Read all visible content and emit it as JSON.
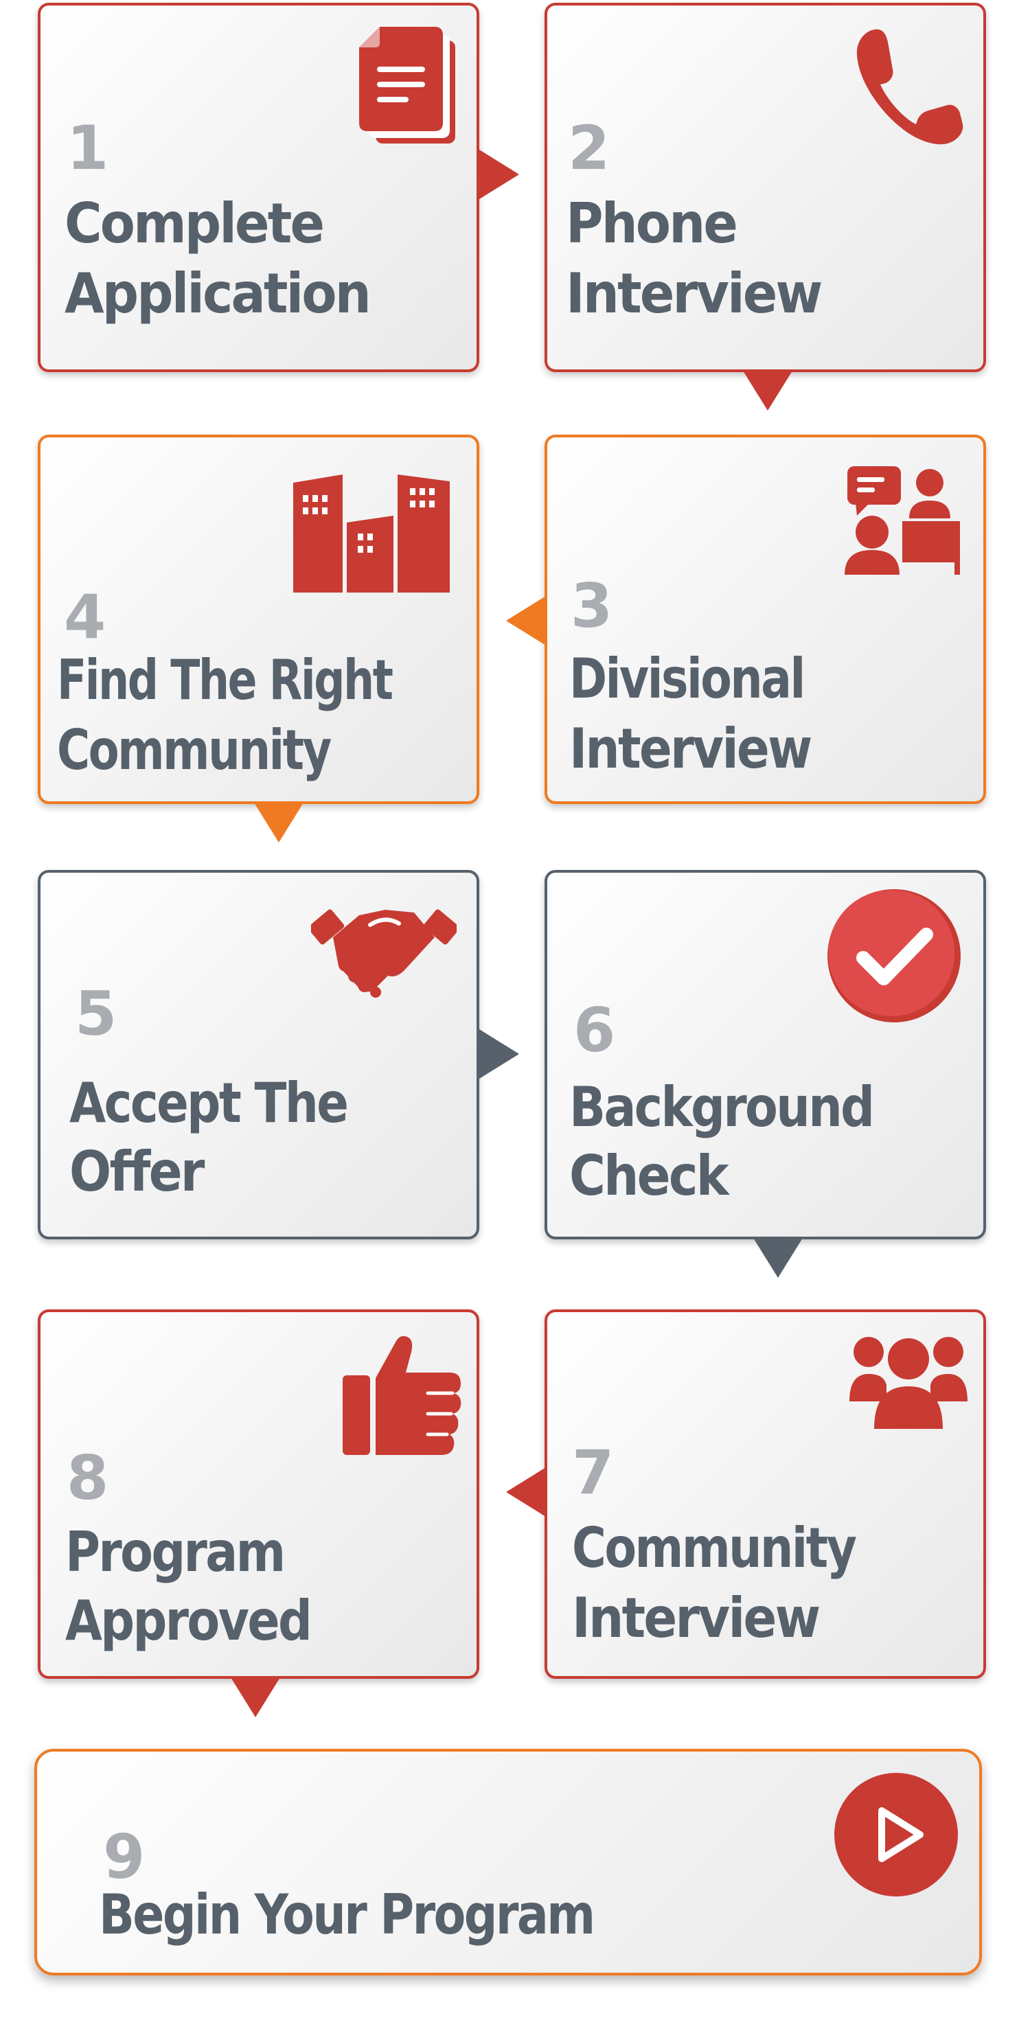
{
  "accent_colors": {
    "red": "#c73b33",
    "orange": "#ef7a22",
    "gray": "#56616b",
    "number_gray": "#a9adb1"
  },
  "steps": [
    {
      "number": "1",
      "title_line1": "Complete",
      "title_line2": "Application",
      "icon": "document-icon"
    },
    {
      "number": "2",
      "title_line1": "Phone",
      "title_line2": "Interview",
      "icon": "phone-icon"
    },
    {
      "number": "3",
      "title_line1": "Divisional",
      "title_line2": "Interview",
      "icon": "interview-chat-icon"
    },
    {
      "number": "4",
      "title_line1": "Find The Right",
      "title_line2": "Community",
      "icon": "buildings-icon"
    },
    {
      "number": "5",
      "title_line1": "Accept The",
      "title_line2": "Offer",
      "icon": "handshake-icon"
    },
    {
      "number": "6",
      "title_line1": "Background",
      "title_line2": "Check",
      "icon": "check-circle-icon"
    },
    {
      "number": "7",
      "title_line1": "Community",
      "title_line2": "Interview",
      "icon": "group-icon"
    },
    {
      "number": "8",
      "title_line1": "Program",
      "title_line2": "Approved",
      "icon": "thumbs-up-icon"
    },
    {
      "number": "9",
      "title_line1": "Begin Your Program",
      "title_line2": "",
      "icon": "play-button-icon"
    }
  ]
}
